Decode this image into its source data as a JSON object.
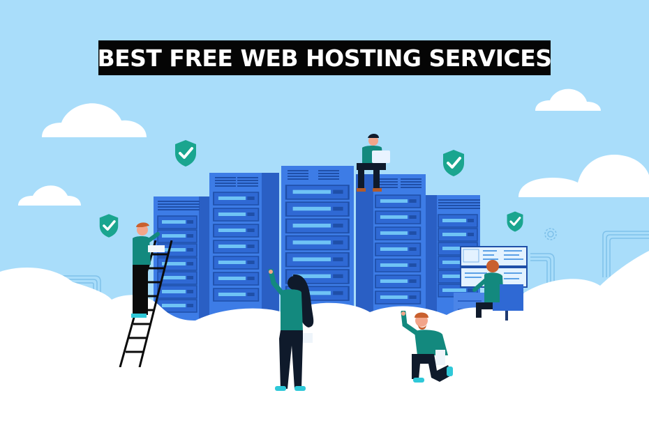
{
  "banner": {
    "title": "BEST FREE WEB HOSTING SERVICES"
  },
  "colors": {
    "sky": "#a9ddfa",
    "cloud": "#ffffff",
    "server_blue": "#3d7ce6",
    "server_dark": "#2a5fc4",
    "server_slot": "#5fb4f0",
    "shield_green": "#1aa58f",
    "shirt_teal": "#13897e",
    "pants_dark": "#0f1a2b",
    "shoe_cyan": "#2fc8d8",
    "banner_bg": "#050505",
    "banner_text": "#ffffff"
  },
  "illustration": {
    "icons": [
      "shield-check-icon",
      "shield-check-icon",
      "shield-check-icon",
      "shield-check-icon",
      "shield-check-icon",
      "gear-icon"
    ],
    "figures": [
      "person-on-ladder",
      "person-sitting-with-laptop",
      "person-pointing",
      "person-kneeling",
      "person-at-desk"
    ]
  }
}
